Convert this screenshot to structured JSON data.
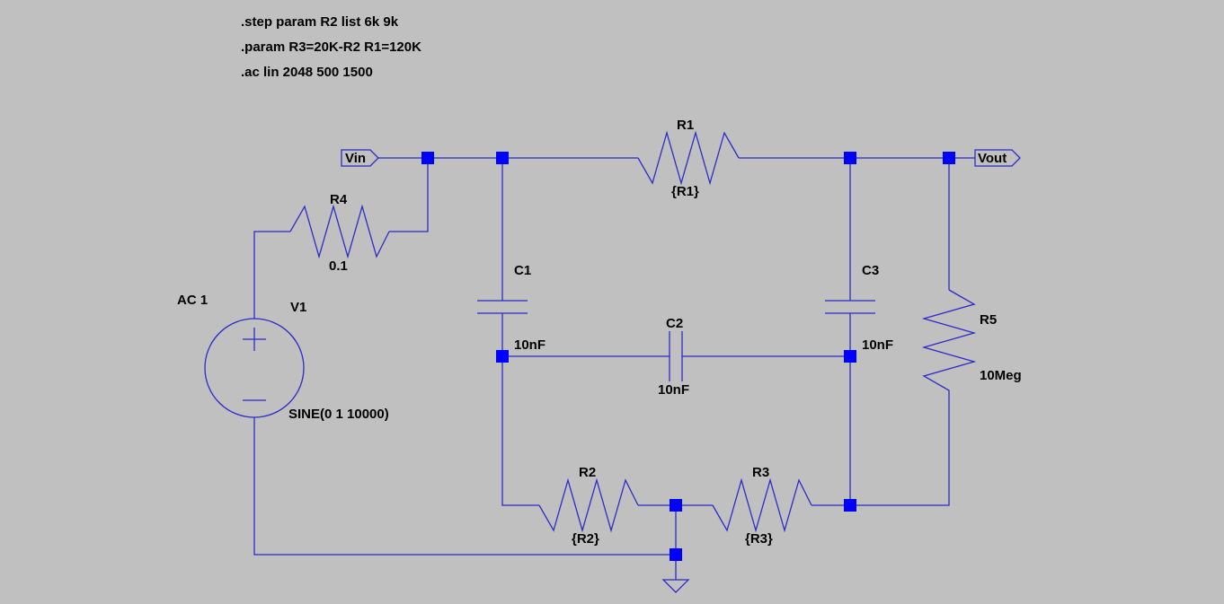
{
  "directives": {
    "step": ".step param R2 list 6k 9k",
    "param": ".param R3=20K-R2 R1=120K",
    "ac": ".ac lin 2048 500 1500"
  },
  "ports": {
    "vin": "Vin",
    "vout": "Vout"
  },
  "components": {
    "r1": {
      "name": "R1",
      "value": "{R1}"
    },
    "r2": {
      "name": "R2",
      "value": "{R2}"
    },
    "r3": {
      "name": "R3",
      "value": "{R3}"
    },
    "r4": {
      "name": "R4",
      "value": "0.1"
    },
    "r5": {
      "name": "R5",
      "value": "10Meg"
    },
    "c1": {
      "name": "C1",
      "value": "10nF"
    },
    "c2": {
      "name": "C2",
      "value": "10nF"
    },
    "c3": {
      "name": "C3",
      "value": "10nF"
    },
    "v1": {
      "name": "V1",
      "value": "SINE(0 1 10000)",
      "ac": "AC 1"
    }
  },
  "colors": {
    "background": "#c0c0c0",
    "wire": "#2b2bc8",
    "junction": "#0000ff"
  }
}
